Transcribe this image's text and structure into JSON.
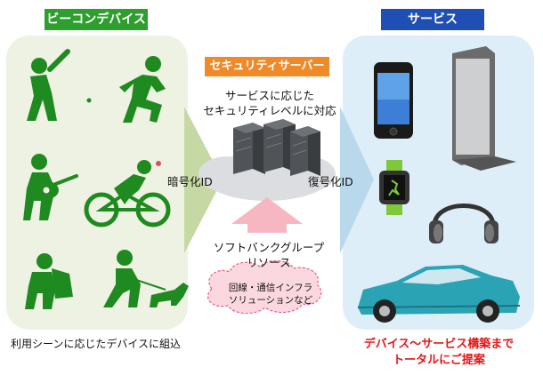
{
  "labels": {
    "beacon_devices": "ビーコンデバイス",
    "services": "サービス",
    "security_server": "セキュリティサーバー"
  },
  "texts": {
    "security_desc_line1": "サービスに応じた",
    "security_desc_line2": "セキュリティレベルに対応",
    "encrypted_id": "暗号化ID",
    "decrypted_id": "復号化ID",
    "softbank_line1": "ソフトバンクグループ",
    "softbank_line2": "リソース",
    "cloud_line1": "回線・通信インフラ",
    "cloud_line2": "ソリューションなど",
    "left_caption": "利用シーンに応じたデバイスに組込",
    "right_caption_line1": "デバイス～サービス構築まで",
    "right_caption_line2": "トータルにご提案"
  },
  "colors": {
    "green": "#2e9e2e",
    "figure_green": "#1f8a1f",
    "blue": "#1f4fb5",
    "orange": "#f08a28",
    "red": "#e01818",
    "left_panel": "#eef2e3",
    "right_panel": "#ddeef8",
    "pink_arrow": "#f7b7c2",
    "pink_cloud": "#fbd8e0",
    "car": "#2aa4b5"
  },
  "icons": {
    "left": [
      "baseball-batter-icon",
      "runner-icon",
      "guitar-player-icon",
      "cyclist-icon",
      "backpacker-icon",
      "dog-walker-icon"
    ],
    "right": [
      "smartphone-icon",
      "digital-signage-icon",
      "smartwatch-icon",
      "headphones-icon",
      "car-icon"
    ],
    "center": [
      "server-rack-icon"
    ]
  }
}
